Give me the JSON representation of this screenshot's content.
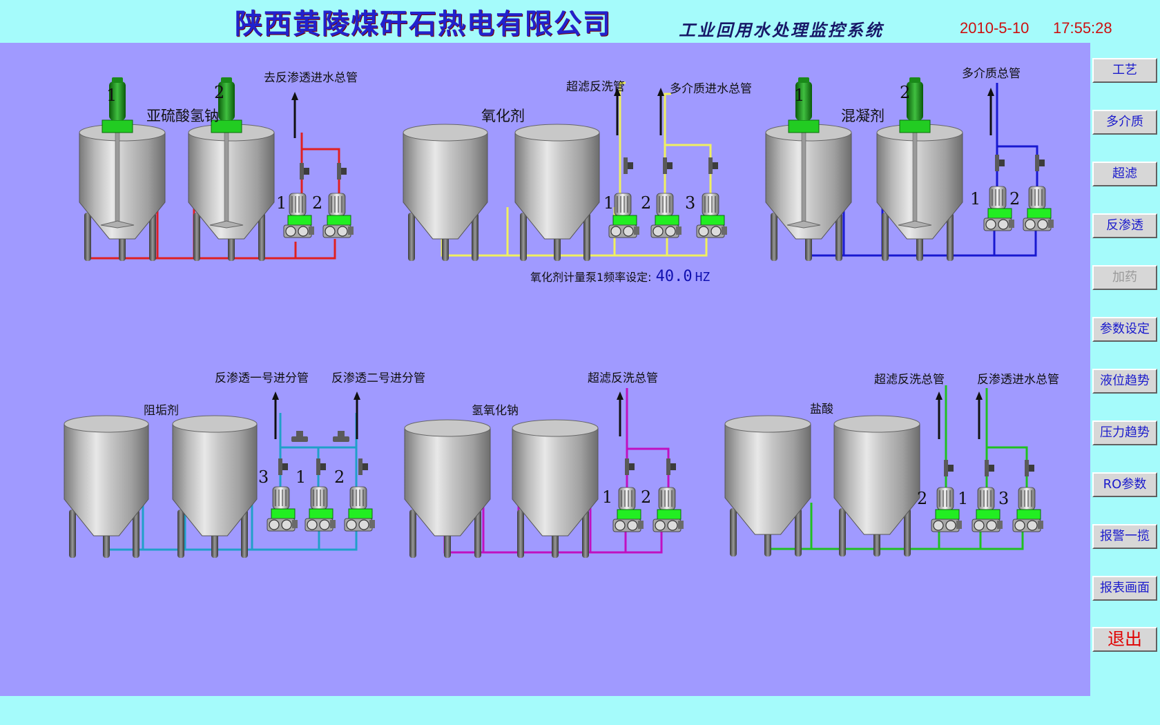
{
  "header": {
    "company": "陕西黄陵煤矸石热电有限公司",
    "system": "工业回用水处理监控系统",
    "date": "2010-5-10",
    "time": "17:55:28"
  },
  "nav": [
    {
      "label": "工艺",
      "enabled": true
    },
    {
      "label": "多介质",
      "enabled": true
    },
    {
      "label": "超滤",
      "enabled": true
    },
    {
      "label": "反渗透",
      "enabled": true
    },
    {
      "label": "加药",
      "enabled": false
    },
    {
      "label": "参数设定",
      "enabled": true
    },
    {
      "label": "液位趋势",
      "enabled": true
    },
    {
      "label": "压力趋势",
      "enabled": true
    },
    {
      "label": "RO参数",
      "enabled": true
    },
    {
      "label": "报警一揽",
      "enabled": true
    },
    {
      "label": "报表画面",
      "enabled": true
    },
    {
      "label": "退出",
      "enabled": true
    }
  ],
  "colors": {
    "sodium_bisulfite": "#e02020",
    "oxidant": "#f0f060",
    "coagulant": "#1818d0",
    "antiscalant": "#20a0c8",
    "sodium_hydroxide": "#c010c0",
    "hydrochloric_acid": "#20c020"
  },
  "units": {
    "sodium_bisulfite": {
      "name": "亚硫酸氢钠",
      "pipe": "去反渗透进水总管",
      "tank_labels": [
        "1",
        "2"
      ],
      "pump_labels": [
        "1",
        "2"
      ]
    },
    "oxidant": {
      "name": "氧化剂",
      "pipes": [
        "超滤反洗管",
        "多介质进水总管"
      ],
      "pump_labels": [
        "1",
        "2",
        "3"
      ],
      "freq_label": "氧化剂计量泵1频率设定:",
      "freq_value": "40.0",
      "freq_unit": "HZ"
    },
    "coagulant": {
      "name": "混凝剂",
      "pipe": "多介质总管",
      "tank_labels": [
        "1",
        "2"
      ],
      "pump_labels": [
        "1",
        "2"
      ]
    },
    "antiscalant": {
      "name": "阻垢剂",
      "pipes": [
        "反渗透一号进分管",
        "反渗透二号进分管"
      ],
      "pump_labels": [
        "3",
        "1",
        "2"
      ]
    },
    "sodium_hydroxide": {
      "name": "氢氧化钠",
      "pipe": "超滤反洗总管",
      "pump_labels": [
        "1",
        "2"
      ]
    },
    "hydrochloric_acid": {
      "name": "盐酸",
      "pipes": [
        "超滤反洗总管",
        "反渗透进水总管"
      ],
      "pump_labels": [
        "2",
        "1",
        "3"
      ]
    }
  }
}
